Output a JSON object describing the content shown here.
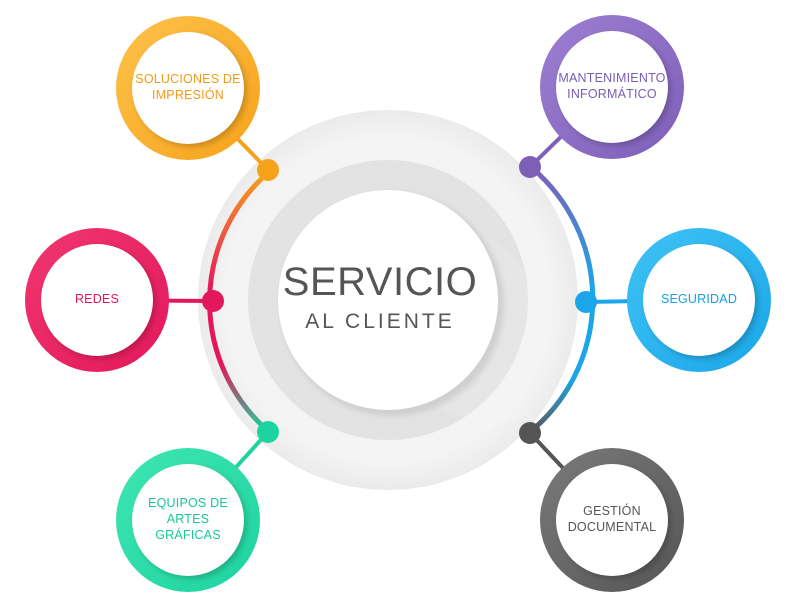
{
  "center": {
    "title": "SERVICIO",
    "subtitle": "AL CLIENTE"
  },
  "nodes": [
    {
      "id": "soluciones-impresion",
      "label_lines": [
        "SOLUCIONES DE",
        "IMPRESIÓN"
      ],
      "color": "#F7A21B",
      "color_light": "#FDC24A",
      "label_color": "#F39A1A"
    },
    {
      "id": "redes",
      "label_lines": [
        "REDES"
      ],
      "color": "#E3185C",
      "color_light": "#F0366F",
      "label_color": "#E0185A"
    },
    {
      "id": "equipos-artes-graficas",
      "label_lines": [
        "EQUIPOS DE",
        "ARTES",
        "GRÁFICAS"
      ],
      "color": "#1DD3A0",
      "color_light": "#3FE6B2",
      "label_color": "#18C79A"
    },
    {
      "id": "mantenimiento-informatico",
      "label_lines": [
        "MANTENIMIENTO",
        "INFORMÁTICO"
      ],
      "color": "#7E5FB8",
      "color_light": "#9C7FD2",
      "label_color": "#7A5EB4"
    },
    {
      "id": "seguridad",
      "label_lines": [
        "SEGURIDAD"
      ],
      "color": "#1AA6E8",
      "color_light": "#3FC3F5",
      "label_color": "#17A0E2"
    },
    {
      "id": "gestion-documental",
      "label_lines": [
        "GESTIÓN",
        "DOCUMENTAL"
      ],
      "color": "#555555",
      "color_light": "#7A7A7A",
      "label_color": "#555555"
    }
  ]
}
